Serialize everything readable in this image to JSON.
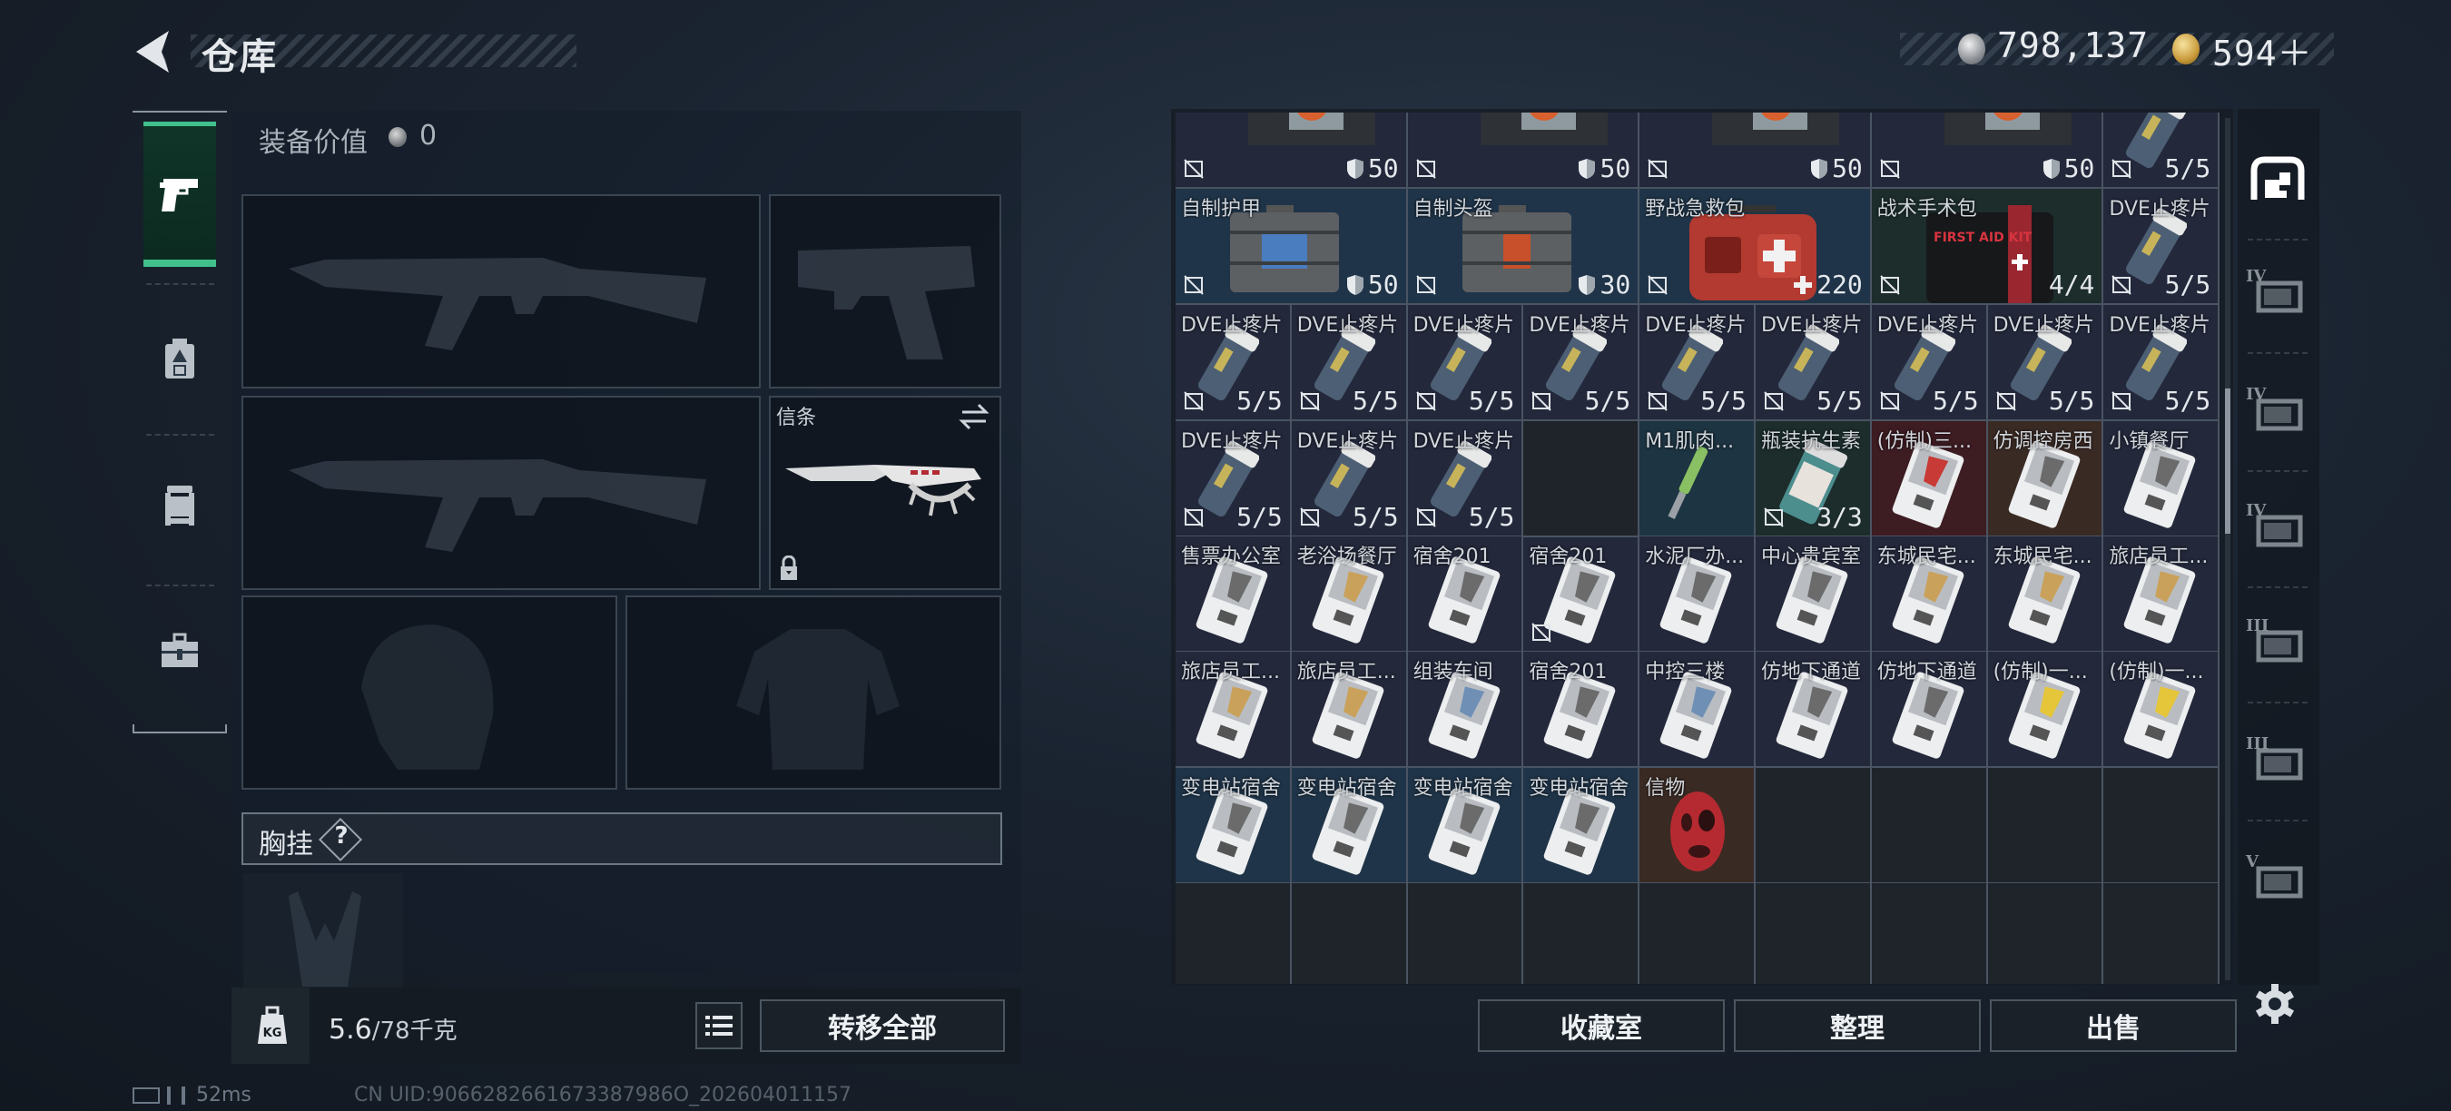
{
  "header": {
    "title": "仓库",
    "back_icon": "back-chevron-icon",
    "currencies": [
      {
        "name": "silver-coin",
        "icon": "silver-coin-icon",
        "value": "798,137"
      },
      {
        "name": "gold-coin",
        "icon": "gold-coin-icon",
        "value": "594＋"
      }
    ]
  },
  "left_tabs": [
    {
      "name": "weapons",
      "icon": "pistol-icon",
      "active": true
    },
    {
      "name": "backpack",
      "icon": "backpack-icon",
      "active": false
    },
    {
      "name": "chest-rig",
      "icon": "chest-rig-icon",
      "active": false
    },
    {
      "name": "toolbox",
      "icon": "toolbox-icon",
      "active": false
    }
  ],
  "equipment": {
    "value_label": "装备价值",
    "value_icon": "silver-coin-icon",
    "value": "0",
    "slots": {
      "primary1": {
        "name": "primary-weapon-1",
        "empty": true
      },
      "pistol": {
        "name": "sidearm",
        "empty": true
      },
      "primary2": {
        "name": "primary-weapon-2",
        "empty": true
      },
      "melee": {
        "name": "melee",
        "label": "信条",
        "locked": true,
        "swap_icon": "swap-icon"
      },
      "helmet": {
        "name": "helmet",
        "empty": true
      },
      "armor": {
        "name": "body-armor",
        "empty": true
      }
    },
    "chest_rig": {
      "label": "胸挂",
      "help": "?"
    }
  },
  "weight": {
    "icon": "weight-kg-icon",
    "current": "5.6",
    "capacity": "/78千克"
  },
  "actions": {
    "list_icon": "list-icon",
    "transfer_all": "转移全部",
    "collection": "收藏室",
    "sort": "整理",
    "sell": "出售",
    "settings_icon": "gear-icon"
  },
  "status": {
    "ping": "52ms",
    "uid": "CN UID:9066282661673387986O_202604011157"
  },
  "inventory": {
    "columns": 9,
    "items": [
      {
        "name": "",
        "qty": "50",
        "qty_icon": "shield",
        "row": 0,
        "col": 0,
        "w": 2,
        "h": 1,
        "color": "c-navy",
        "art": "vest",
        "noins": true
      },
      {
        "name": "",
        "qty": "50",
        "qty_icon": "shield",
        "row": 0,
        "col": 2,
        "w": 2,
        "h": 1,
        "color": "c-navy",
        "art": "vest",
        "noins": true
      },
      {
        "name": "",
        "qty": "50",
        "qty_icon": "shield",
        "row": 0,
        "col": 4,
        "w": 2,
        "h": 1,
        "color": "c-navy",
        "art": "vest",
        "noins": true
      },
      {
        "name": "",
        "qty": "50",
        "qty_icon": "shield",
        "row": 0,
        "col": 6,
        "w": 2,
        "h": 1,
        "color": "c-navy",
        "art": "vest",
        "noins": true
      },
      {
        "name": "",
        "qty": "5/5",
        "row": 0,
        "col": 8,
        "w": 1,
        "h": 1,
        "color": "c-navy",
        "art": "pill",
        "noins": true
      },
      {
        "name": "自制护甲",
        "qty": "50",
        "qty_icon": "shield",
        "row": 1,
        "col": 0,
        "w": 2,
        "h": 1,
        "color": "c-blue",
        "art": "armor",
        "noins": true
      },
      {
        "name": "自制头盔",
        "qty": "30",
        "qty_icon": "shield",
        "row": 1,
        "col": 2,
        "w": 2,
        "h": 1,
        "color": "c-blue",
        "art": "armor-red",
        "noins": true
      },
      {
        "name": "野战急救包",
        "qty": "220",
        "qty_icon": "plus",
        "row": 1,
        "col": 4,
        "w": 2,
        "h": 1,
        "color": "c-blue",
        "art": "medkit",
        "noins": true
      },
      {
        "name": "战术手术包",
        "qty": "4/4",
        "row": 1,
        "col": 6,
        "w": 2,
        "h": 1,
        "color": "c-green",
        "art": "surgkit",
        "noins": true
      },
      {
        "name": "DVE止疼片",
        "qty": "5/5",
        "row": 1,
        "col": 8,
        "w": 1,
        "h": 1,
        "color": "c-navy",
        "art": "pill",
        "noins": true
      },
      {
        "name": "DVE止疼片",
        "qty": "5/5",
        "row": 2,
        "col": 0,
        "w": 1,
        "h": 1,
        "color": "c-navy",
        "art": "pill",
        "noins": true
      },
      {
        "name": "DVE止疼片",
        "qty": "5/5",
        "row": 2,
        "col": 1,
        "w": 1,
        "h": 1,
        "color": "c-navy",
        "art": "pill",
        "noins": true
      },
      {
        "name": "DVE止疼片",
        "qty": "5/5",
        "row": 2,
        "col": 2,
        "w": 1,
        "h": 1,
        "color": "c-navy",
        "art": "pill",
        "noins": true
      },
      {
        "name": "DVE止疼片",
        "qty": "5/5",
        "row": 2,
        "col": 3,
        "w": 1,
        "h": 1,
        "color": "c-navy",
        "art": "pill",
        "noins": true
      },
      {
        "name": "DVE止疼片",
        "qty": "5/5",
        "row": 2,
        "col": 4,
        "w": 1,
        "h": 1,
        "color": "c-navy",
        "art": "pill",
        "noins": true
      },
      {
        "name": "DVE止疼片",
        "qty": "5/5",
        "row": 2,
        "col": 5,
        "w": 1,
        "h": 1,
        "color": "c-navy",
        "art": "pill",
        "noins": true
      },
      {
        "name": "DVE止疼片",
        "qty": "5/5",
        "row": 2,
        "col": 6,
        "w": 1,
        "h": 1,
        "color": "c-navy",
        "art": "pill",
        "noins": true
      },
      {
        "name": "DVE止疼片",
        "qty": "5/5",
        "row": 2,
        "col": 7,
        "w": 1,
        "h": 1,
        "color": "c-navy",
        "art": "pill",
        "noins": true
      },
      {
        "name": "DVE止疼片",
        "qty": "5/5",
        "row": 2,
        "col": 8,
        "w": 1,
        "h": 1,
        "color": "c-navy",
        "art": "pill",
        "noins": true
      },
      {
        "name": "DVE止疼片",
        "qty": "5/5",
        "row": 3,
        "col": 0,
        "w": 1,
        "h": 1,
        "color": "c-navy",
        "art": "pill",
        "noins": true
      },
      {
        "name": "DVE止疼片",
        "qty": "5/5",
        "row": 3,
        "col": 1,
        "w": 1,
        "h": 1,
        "color": "c-navy",
        "art": "pill",
        "noins": true
      },
      {
        "name": "DVE止疼片",
        "qty": "5/5",
        "row": 3,
        "col": 2,
        "w": 1,
        "h": 1,
        "color": "c-navy",
        "art": "pill",
        "noins": true
      },
      {
        "name": "M1肌肉...",
        "qty": "",
        "row": 3,
        "col": 4,
        "w": 1,
        "h": 1,
        "color": "c-teal",
        "art": "injector",
        "noins": false
      },
      {
        "name": "瓶装抗生素",
        "qty": "3/3",
        "row": 3,
        "col": 5,
        "w": 1,
        "h": 1,
        "color": "c-green",
        "art": "bottle",
        "noins": true
      },
      {
        "name": "(仿制)三...",
        "qty": "",
        "row": 3,
        "col": 6,
        "w": 1,
        "h": 1,
        "color": "c-red",
        "art": "card-red",
        "noins": false
      },
      {
        "name": "仿调控房西",
        "qty": "",
        "row": 3,
        "col": 7,
        "w": 1,
        "h": 1,
        "color": "c-brown",
        "art": "card",
        "noins": false
      },
      {
        "name": "小镇餐厅",
        "qty": "",
        "row": 3,
        "col": 8,
        "w": 1,
        "h": 1,
        "color": "c-navy",
        "art": "card",
        "noins": false
      },
      {
        "name": "售票办公室",
        "qty": "",
        "row": 4,
        "col": 0,
        "w": 1,
        "h": 1,
        "color": "c-navy",
        "art": "card",
        "noins": false
      },
      {
        "name": "老浴场餐厅",
        "qty": "",
        "row": 4,
        "col": 1,
        "w": 1,
        "h": 1,
        "color": "c-navy",
        "art": "card-gold",
        "noins": false
      },
      {
        "name": "宿舍201",
        "qty": "",
        "row": 4,
        "col": 2,
        "w": 1,
        "h": 1,
        "color": "c-navy",
        "art": "card",
        "noins": false
      },
      {
        "name": "宿舍201",
        "qty": "",
        "row": 4,
        "col": 3,
        "w": 1,
        "h": 1,
        "color": "c-navy",
        "art": "card",
        "noins": true
      },
      {
        "name": "水泥厂办...",
        "qty": "",
        "row": 4,
        "col": 4,
        "w": 1,
        "h": 1,
        "color": "c-navy",
        "art": "card",
        "noins": false
      },
      {
        "name": "中心贵宾室",
        "qty": "",
        "row": 4,
        "col": 5,
        "w": 1,
        "h": 1,
        "color": "c-navy",
        "art": "card",
        "noins": false
      },
      {
        "name": "东城民宅...",
        "qty": "",
        "row": 4,
        "col": 6,
        "w": 1,
        "h": 1,
        "color": "c-navy",
        "art": "card-gold",
        "noins": false
      },
      {
        "name": "东城民宅...",
        "qty": "",
        "row": 4,
        "col": 7,
        "w": 1,
        "h": 1,
        "color": "c-navy",
        "art": "card-gold",
        "noins": false
      },
      {
        "name": "旅店员工...",
        "qty": "",
        "row": 4,
        "col": 8,
        "w": 1,
        "h": 1,
        "color": "c-navy",
        "art": "card-gold",
        "noins": false
      },
      {
        "name": "旅店员工...",
        "qty": "",
        "row": 5,
        "col": 0,
        "w": 1,
        "h": 1,
        "color": "c-navy",
        "art": "card-gold",
        "noins": false
      },
      {
        "name": "旅店员工...",
        "qty": "",
        "row": 5,
        "col": 1,
        "w": 1,
        "h": 1,
        "color": "c-navy",
        "art": "card-gold",
        "noins": false
      },
      {
        "name": "组装车间",
        "qty": "",
        "row": 5,
        "col": 2,
        "w": 1,
        "h": 1,
        "color": "c-navy",
        "art": "card-blue",
        "noins": false
      },
      {
        "name": "宿舍201",
        "qty": "",
        "row": 5,
        "col": 3,
        "w": 1,
        "h": 1,
        "color": "c-navy",
        "art": "card",
        "noins": false
      },
      {
        "name": "中控三楼",
        "qty": "",
        "row": 5,
        "col": 4,
        "w": 1,
        "h": 1,
        "color": "c-navy",
        "art": "card-blue",
        "noins": false
      },
      {
        "name": "仿地下通道",
        "qty": "",
        "row": 5,
        "col": 5,
        "w": 1,
        "h": 1,
        "color": "c-navy",
        "art": "card",
        "noins": false
      },
      {
        "name": "仿地下通道",
        "qty": "",
        "row": 5,
        "col": 6,
        "w": 1,
        "h": 1,
        "color": "c-navy",
        "art": "card",
        "noins": false
      },
      {
        "name": "(仿制)一...",
        "qty": "",
        "row": 5,
        "col": 7,
        "w": 1,
        "h": 1,
        "color": "c-navy",
        "art": "card-yellow",
        "noins": false
      },
      {
        "name": "(仿制)一...",
        "qty": "",
        "row": 5,
        "col": 8,
        "w": 1,
        "h": 1,
        "color": "c-navy",
        "art": "card-yellow",
        "noins": false
      },
      {
        "name": "变电站宿舍",
        "qty": "",
        "row": 6,
        "col": 0,
        "w": 1,
        "h": 1,
        "color": "c-blue",
        "art": "card",
        "noins": false
      },
      {
        "name": "变电站宿舍",
        "qty": "",
        "row": 6,
        "col": 1,
        "w": 1,
        "h": 1,
        "color": "c-blue",
        "art": "card",
        "noins": false
      },
      {
        "name": "变电站宿舍",
        "qty": "",
        "row": 6,
        "col": 2,
        "w": 1,
        "h": 1,
        "color": "c-blue",
        "art": "card",
        "noins": false
      },
      {
        "name": "变电站宿舍",
        "qty": "",
        "row": 6,
        "col": 3,
        "w": 1,
        "h": 1,
        "color": "c-blue",
        "art": "card",
        "noins": false
      },
      {
        "name": "信物",
        "qty": "",
        "row": 6,
        "col": 4,
        "w": 1,
        "h": 1,
        "color": "c-brown",
        "art": "mask",
        "noins": false
      }
    ]
  },
  "right_tabs": [
    {
      "name": "all-containers",
      "icon": "container-all-icon",
      "roman": "",
      "active": true
    },
    {
      "name": "case-iv-a",
      "icon": "case-icon",
      "roman": "IV"
    },
    {
      "name": "case-iv-b",
      "icon": "tool-case-icon",
      "roman": "IV"
    },
    {
      "name": "case-iv-c",
      "icon": "case-icon",
      "roman": "IV"
    },
    {
      "name": "case-iii-a",
      "icon": "triangle-case-icon",
      "roman": "III"
    },
    {
      "name": "case-iii-b",
      "icon": "weapon-case-icon",
      "roman": "III"
    },
    {
      "name": "case-v",
      "icon": "tool-case-icon",
      "roman": "V"
    }
  ]
}
